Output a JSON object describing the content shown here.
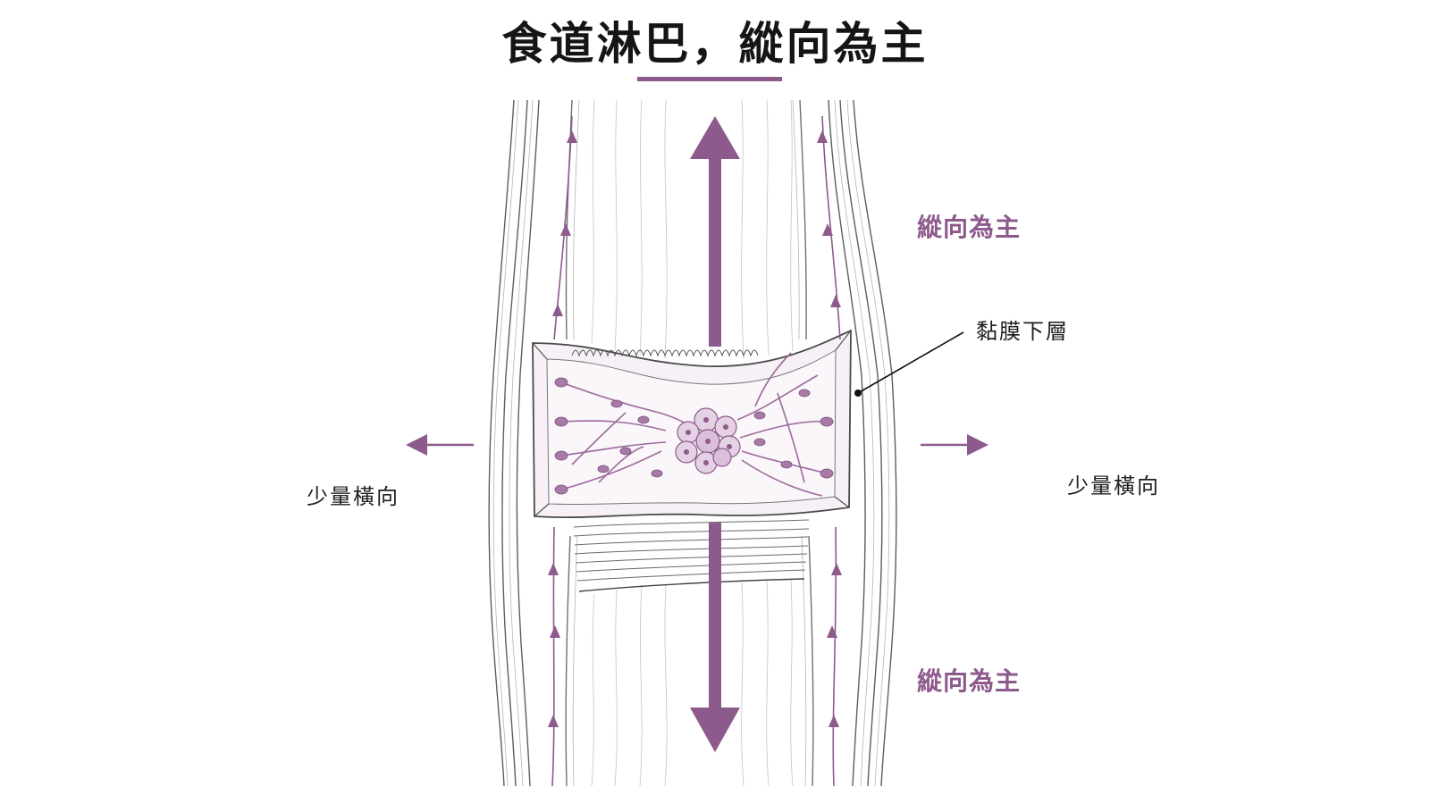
{
  "title": "食道淋巴，縱向為主",
  "colors": {
    "accent": "#8d5a8c",
    "line": "#6f6f6f",
    "text": "#151515"
  },
  "labels": {
    "longitudinal_top": "縱向為主",
    "longitudinal_bottom": "縱向為主",
    "submucosa": "黏膜下層",
    "lateral_left": "少量橫向",
    "lateral_right": "少量橫向"
  }
}
